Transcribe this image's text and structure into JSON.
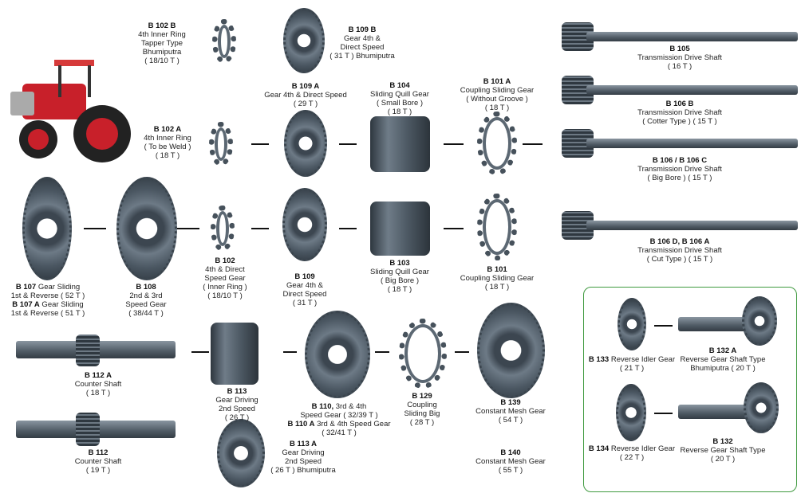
{
  "items": {
    "b102b": {
      "code": "B 102 B",
      "lines": [
        "4th Inner Ring",
        "Tapper Type",
        "Bhumiputra",
        "( 18/10 T )"
      ]
    },
    "b109b": {
      "code": "B 109 B",
      "lines": [
        "Gear 4th &",
        "Direct Speed",
        "( 31 T ) Bhumiputra"
      ]
    },
    "b105": {
      "code": "B 105",
      "lines": [
        "Transmission Drive Shaft",
        "( 16 T )"
      ]
    },
    "b109a": {
      "code": "B 109 A",
      "lines": [
        "Gear 4th & Direct Speed",
        "( 29 T )"
      ]
    },
    "b104": {
      "code": "B 104",
      "lines": [
        "Sliding Quill Gear",
        "( Small Bore )",
        "( 18 T )"
      ]
    },
    "b101a": {
      "code": "B 101 A",
      "lines": [
        "Coupling Sliding Gear",
        "( Without Groove )",
        "( 18 T )"
      ]
    },
    "b106b": {
      "code": "B 106 B",
      "lines": [
        "Transmission Drive Shaft",
        "( Cotter Type ) ( 15 T )"
      ]
    },
    "b102a": {
      "code": "B 102 A",
      "lines": [
        "4th Inner Ring",
        "( To be Weld )",
        "( 18 T )"
      ]
    },
    "b106c": {
      "code": "B 106 / B 106 C",
      "lines": [
        "Transmission Drive Shaft",
        "( Big Bore ) ( 15 T )"
      ]
    },
    "b107": {
      "code": "B 107",
      "text": "Gear Sliding",
      "line2": "1st & Reverse ( 52 T )",
      "code2": "B 107 A",
      "text2": "Gear Sliding",
      "line4": "1st & Reverse ( 51 T )"
    },
    "b108": {
      "code": "B 108",
      "lines": [
        "2nd & 3rd",
        "Speed Gear",
        "( 38/44 T )"
      ]
    },
    "b102": {
      "code": "B 102",
      "lines": [
        "4th & Direct",
        "Speed Gear",
        "( Inner Ring )",
        "( 18/10 T )"
      ]
    },
    "b109": {
      "code": "B 109",
      "lines": [
        "Gear 4th &",
        "Direct Speed",
        "( 31 T )"
      ]
    },
    "b103": {
      "code": "B 103",
      "lines": [
        "Sliding Quill Gear",
        "( Big Bore )",
        "( 18 T )"
      ]
    },
    "b101": {
      "code": "B 101",
      "lines": [
        "Coupling Sliding Gear",
        "( 18 T )"
      ]
    },
    "b106d": {
      "code": "B 106 D,  B 106 A",
      "lines": [
        "Transmission Drive Shaft",
        "( Cut Type ) ( 15 T )"
      ]
    },
    "b112a": {
      "code": "B 112 A",
      "lines": [
        "Counter Shaft",
        "( 18 T )"
      ]
    },
    "b113": {
      "code": "B 113",
      "lines": [
        "Gear Driving",
        "2nd Speed",
        "( 26 T )"
      ]
    },
    "b110": {
      "code": "B 110,",
      "text": "3rd & 4th",
      "line2": "Speed Gear ( 32/39 T )",
      "code2": "B 110 A",
      "text2": "3rd & 4th Speed Gear",
      "line4": "( 32/41 T )"
    },
    "b129": {
      "code": "B 129",
      "lines": [
        "Coupling",
        "Sliding Big",
        "( 28 T )"
      ]
    },
    "b139": {
      "code": "B 139",
      "lines": [
        "Constant Mesh Gear",
        "( 54 T )"
      ]
    },
    "b112": {
      "code": "B 112",
      "lines": [
        "Counter Shaft",
        "( 19 T )"
      ]
    },
    "b113a": {
      "code": "B 113 A",
      "lines": [
        "Gear Driving",
        "2nd Speed",
        "( 26 T ) Bhumiputra"
      ]
    },
    "b140": {
      "code": "B 140",
      "lines": [
        "Constant Mesh Gear",
        "( 55 T )"
      ]
    },
    "b133": {
      "code": "B 133",
      "text": "Reverse Idler Gear",
      "lines": [
        "( 21 T )"
      ]
    },
    "b132a": {
      "code": "B 132 A",
      "lines": [
        "Reverse Gear Shaft Type",
        "Bhumiputra ( 20 T )"
      ]
    },
    "b134": {
      "code": "B 134",
      "text": "Reverse Idler Gear",
      "lines": [
        "( 22 T )"
      ]
    },
    "b132": {
      "code": "B 132",
      "lines": [
        "Reverse Gear Shaft Type",
        "( 20 T )"
      ]
    }
  },
  "colors": {
    "tractor": "#c8202a",
    "box_border": "#3f9a3f",
    "metal": "#4f5b66"
  }
}
